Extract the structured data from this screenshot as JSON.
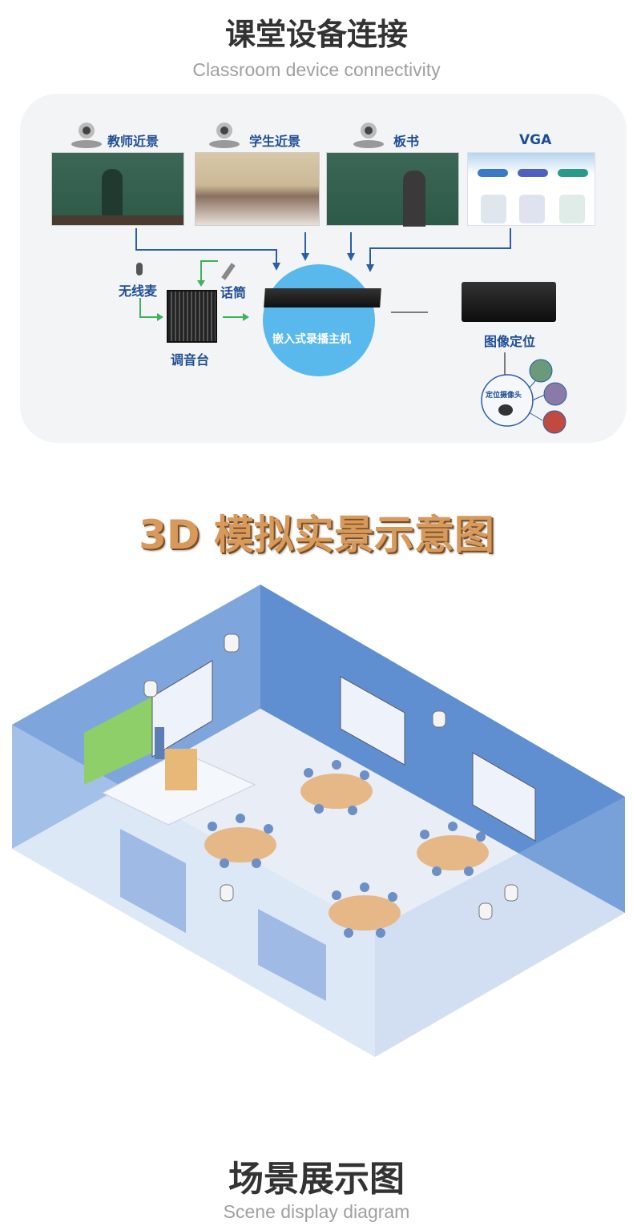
{
  "section1": {
    "title": "课堂设备连接",
    "subtitle": "Classroom device connectivity",
    "sources": [
      {
        "label": "教师近景",
        "icon": "ptz-camera-icon"
      },
      {
        "label": "学生近景",
        "icon": "ptz-camera-icon"
      },
      {
        "label": "板书",
        "icon": "ptz-camera-icon"
      },
      {
        "label": "VGA"
      }
    ],
    "audio": {
      "wireless_mic": "无线麦",
      "handheld_mic": "话筒",
      "mixer": "调音台"
    },
    "host": "嵌入式录播主机",
    "positioning": {
      "label": "图像定位",
      "camera": "定位摄像头"
    },
    "colors": {
      "arrow_video": "#2a5ea8",
      "arrow_audio": "#3bb35a",
      "host_circle": "#5ab9ec",
      "label": "#1f4e96"
    }
  },
  "section2": {
    "title": "3D 模拟实景示意图"
  },
  "section3": {
    "title": "场景展示图",
    "subtitle": "Scene display diagram"
  }
}
